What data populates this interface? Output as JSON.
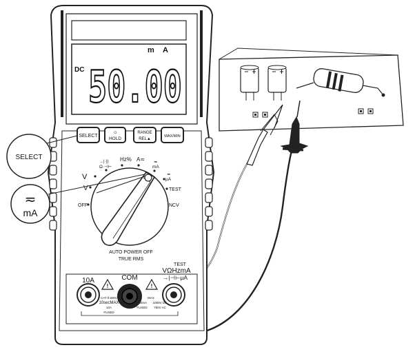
{
  "display": {
    "mode": "DC",
    "reading": "50.00",
    "unit_prefix": "m",
    "unit": "A"
  },
  "buttons": {
    "select": "SELECT",
    "hold": "HOLD",
    "range_line1": "RANGE",
    "range_line2": "REL▲",
    "maxmin": "MAX/MIN"
  },
  "dial": {
    "v_dc": "V",
    "v_ac": "V",
    "diode": "→|·))",
    "ohm_cap": "Ω·⊣⊢",
    "hz": "Hz%",
    "amp": "A≂",
    "ma": "≂\nmA",
    "ua": "≂\nμA",
    "test": "TEST",
    "ncv": "NCV",
    "off": "OFF"
  },
  "front_text": {
    "auto_power_off": "AUTO POWER OFF",
    "true_rms": "TRUE RMS"
  },
  "terminals": {
    "a10": "10A",
    "com": "COM",
    "test": "TEST",
    "vohm": "VΩHzmA",
    "diode_ua": "→|⊣⊢μA",
    "cat": "CAT Ⅱ 600V",
    "max10": "10secMAX",
    "ten_a": "10A",
    "fused": "FUSED",
    "max": "MAX",
    "ma600": "600mA",
    "vdc": "1000V DC",
    "vac": "750V AC",
    "fused2": "FUSED"
  },
  "callouts": {
    "select": "SELECT",
    "ma_symbol": "≂",
    "ma": "mA"
  }
}
